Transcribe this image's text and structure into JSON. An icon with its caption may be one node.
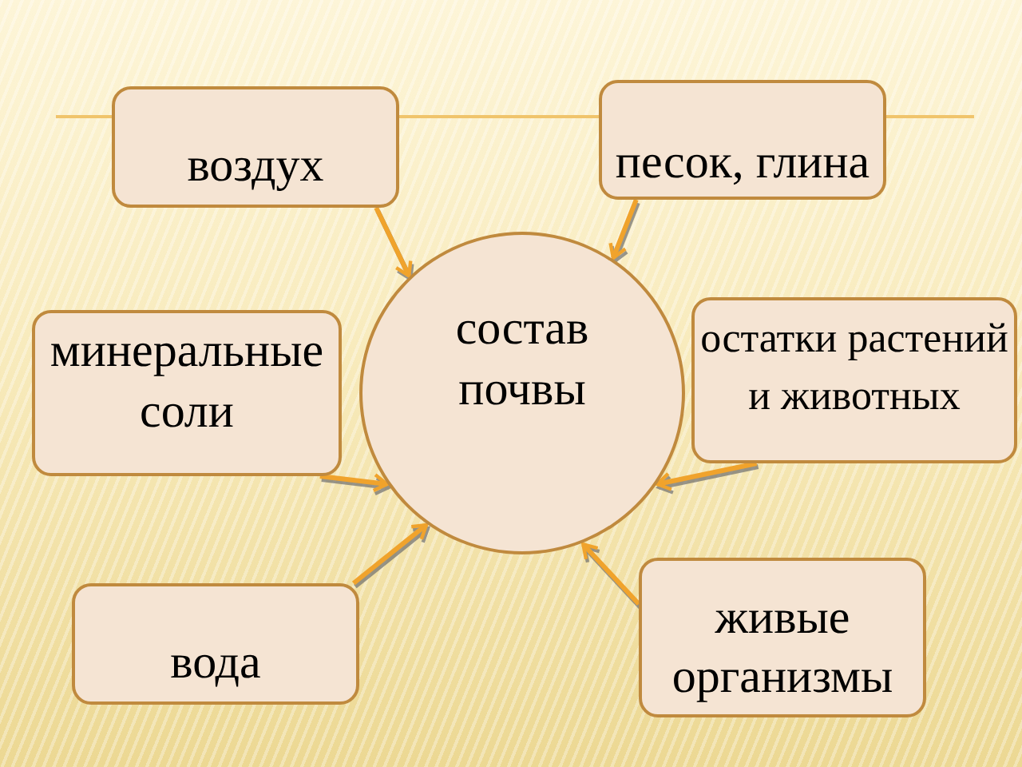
{
  "diagram": {
    "nodes": [
      {
        "text": [
          "воздух"
        ]
      },
      {
        "text": [
          "песок, глина"
        ]
      },
      {
        "text": [
          "состав почвы"
        ]
      },
      {
        "text": [
          "минеральные соли"
        ]
      },
      {
        "text": [
          "остатки растений и животных"
        ]
      },
      {
        "text": [
          "вода"
        ]
      },
      {
        "text": [
          "живые организмы"
        ]
      }
    ],
    "edges": [
      {
        "from": 0,
        "to": 2,
        "arrow": "to"
      },
      {
        "from": 1,
        "to": 2,
        "arrow": "to"
      },
      {
        "from": 3,
        "to": 2,
        "arrow": "to"
      },
      {
        "from": 4,
        "to": 2,
        "arrow": "to"
      },
      {
        "from": 5,
        "to": 2,
        "arrow": "to"
      },
      {
        "from": 6,
        "to": 2,
        "arrow": "to"
      }
    ]
  }
}
